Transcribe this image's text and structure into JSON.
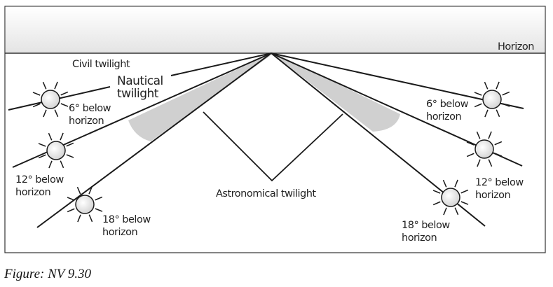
{
  "diagram": {
    "horizon_label": "Horizon",
    "civil_label": "Civil twilight",
    "nautical_label": [
      "Nautical",
      "twilight"
    ],
    "astronomical_label": "Astronomical twilight",
    "sun_labels": {
      "left_6": [
        "6° below",
        "horizon"
      ],
      "left_12": [
        "12° below",
        "horizon"
      ],
      "left_18": [
        "18° below",
        "horizon"
      ],
      "right_6": [
        "6° below",
        "horizon"
      ],
      "right_12": [
        "12° below",
        "horizon"
      ],
      "right_18": [
        "18° below",
        "horizon"
      ]
    },
    "colors": {
      "line": "#1a1a1a",
      "wedge": "#d0d0d0",
      "sky_top": "#ffffff",
      "sky_bottom": "#e6e6e6",
      "sun_fill": "#eeeeee"
    }
  },
  "caption": "Figure: NV 9.30"
}
